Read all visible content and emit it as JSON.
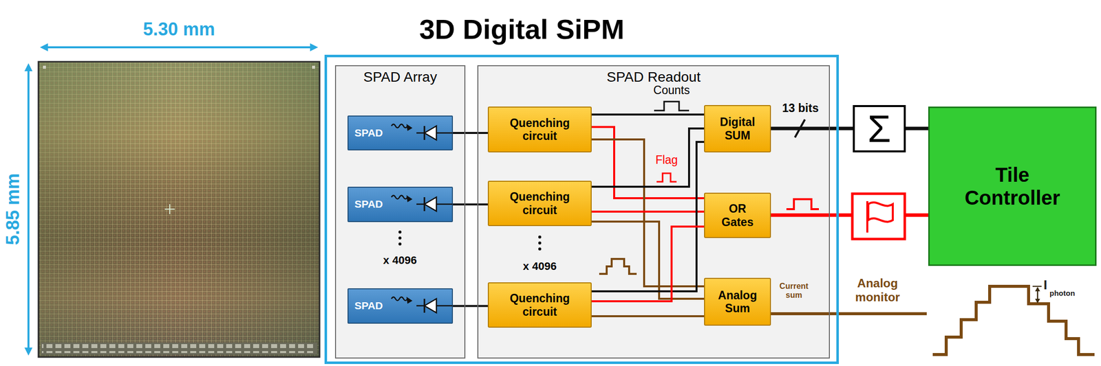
{
  "diagram": {
    "nodes": [
      {
        "text": [
          "3D Digital SiPM"
        ]
      },
      {
        "text": [
          "SPAD Array"
        ],
        "in": 0
      },
      {
        "text": [
          "SPAD"
        ],
        "in": 1
      },
      {
        "text": [
          "SPAD"
        ],
        "in": 1
      },
      {
        "text": [
          "SPAD"
        ],
        "in": 1
      },
      {
        "text": [
          "SPAD Readout"
        ],
        "in": 0
      },
      {
        "text": [
          "Quenching circuit"
        ],
        "in": 5
      },
      {
        "text": [
          "Quenching circuit"
        ],
        "in": 5
      },
      {
        "text": [
          "Quenching circuit"
        ],
        "in": 5
      },
      {
        "text": [
          "Digital SUM"
        ],
        "in": 5
      },
      {
        "text": [
          "OR Gates"
        ],
        "in": 5
      },
      {
        "text": [
          "Analog Sum"
        ],
        "in": 5
      },
      {
        "text": [
          "Σ"
        ]
      },
      {
        "text": [
          "Tile Controller"
        ]
      }
    ],
    "edges": [
      {
        "from": 2,
        "to": 6,
        "arrow": "none"
      },
      {
        "from": 3,
        "to": 7,
        "arrow": "none"
      },
      {
        "from": 4,
        "to": 8,
        "arrow": "none"
      },
      {
        "from": 6,
        "to": 9,
        "arrow": "none"
      },
      {
        "from": 6,
        "to": 10,
        "arrow": "none"
      },
      {
        "from": 6,
        "to": 11,
        "arrow": "none"
      },
      {
        "from": 7,
        "to": 9,
        "arrow": "none"
      },
      {
        "from": 7,
        "to": 10,
        "arrow": "none"
      },
      {
        "from": 7,
        "to": 11,
        "arrow": "none"
      },
      {
        "from": 8,
        "to": 9,
        "arrow": "none"
      },
      {
        "from": 8,
        "to": 10,
        "arrow": "none"
      },
      {
        "from": 8,
        "to": 11,
        "arrow": "none"
      },
      {
        "from": 9,
        "to": 12,
        "arrow": "none"
      },
      {
        "from": 12,
        "to": 13,
        "arrow": "none"
      },
      {
        "from": 10,
        "to": 13,
        "arrow": "none"
      }
    ],
    "labels": [
      "5.30 mm",
      "5.85 mm",
      "x 4096",
      "x 4096",
      "Counts",
      "13 bits",
      "Flag",
      "Current sum",
      "Analog monitor",
      "I",
      "photon"
    ]
  }
}
